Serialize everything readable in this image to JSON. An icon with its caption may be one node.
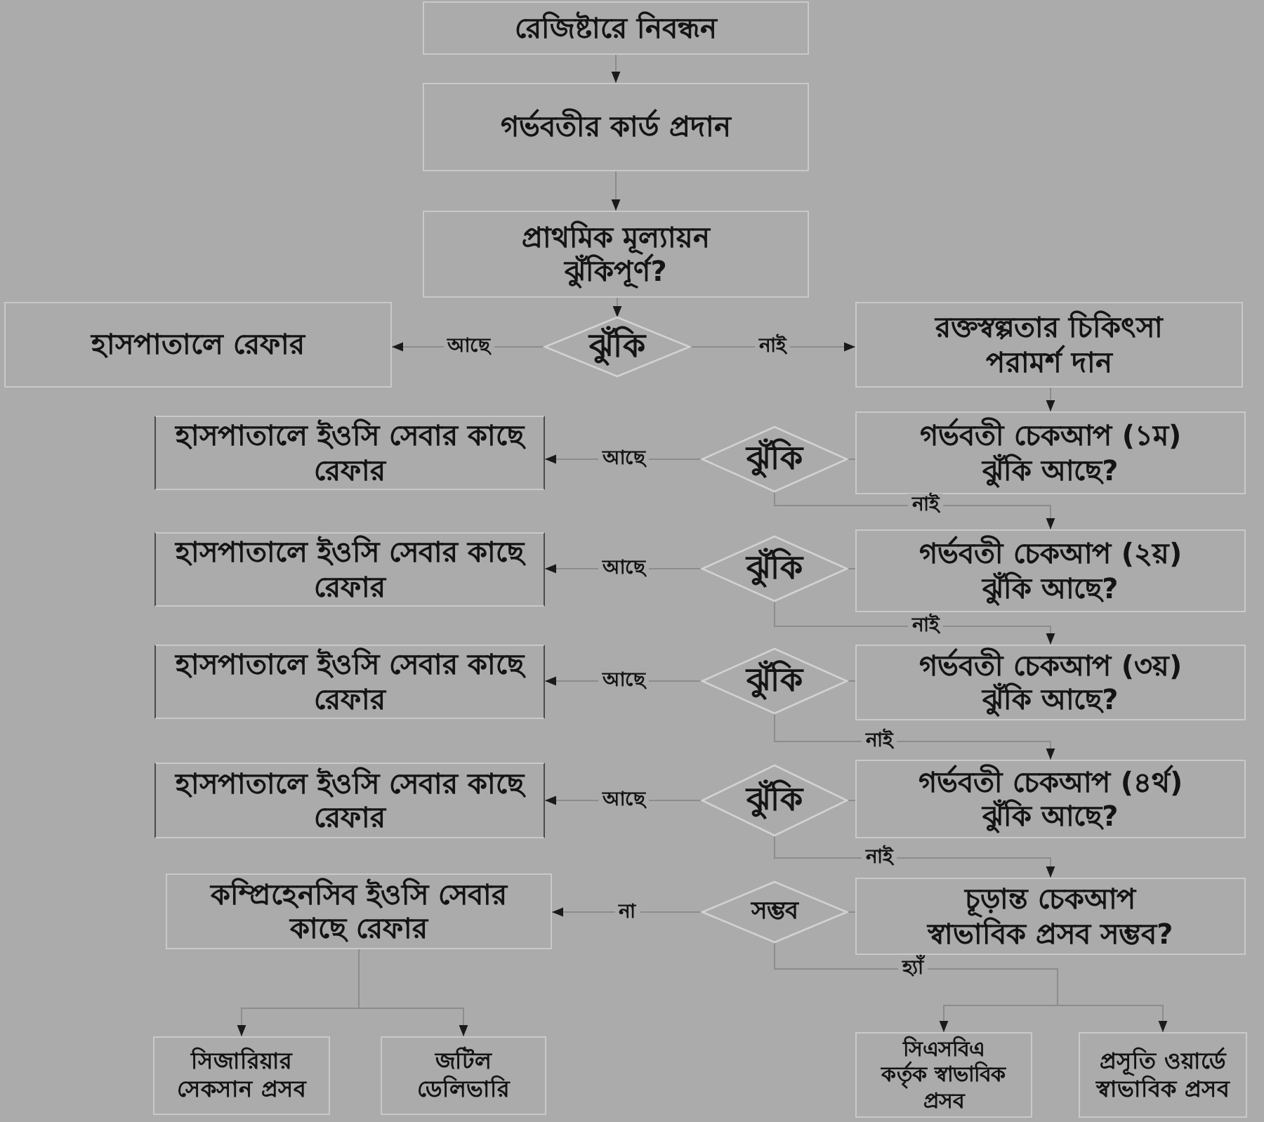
{
  "diagram": {
    "nodes": [
      {
        "text": [
          "রেজিষ্টারে নিবন্ধন"
        ]
      },
      {
        "text": [
          "গর্ভবতীর কার্ড প্রদান"
        ]
      },
      {
        "text": [
          "প্রাথমিক মূল্যায়ন ঝুঁকিপূর্ণ?"
        ]
      },
      {
        "text": [
          "হাসপাতালে রেফার"
        ]
      },
      {
        "text": [
          "ঝুঁকি"
        ]
      },
      {
        "text": [
          "রক্তস্বল্পতার চিকিৎসা পরামর্শ দান"
        ]
      },
      {
        "text": [
          "হাসপাতালে ইওসি সেবার কাছে রেফার"
        ]
      },
      {
        "text": [
          "ঝুঁকি"
        ]
      },
      {
        "text": [
          "গর্ভবতী চেকআপ (১ম) ঝুঁকি আছে?"
        ]
      },
      {
        "text": [
          "হাসপাতালে ইওসি সেবার কাছে রেফার"
        ]
      },
      {
        "text": [
          "ঝুঁকি"
        ]
      },
      {
        "text": [
          "গর্ভবতী চেকআপ (২য়) ঝুঁকি আছে?"
        ]
      },
      {
        "text": [
          "হাসপাতালে ইওসি সেবার কাছে রেফার"
        ]
      },
      {
        "text": [
          "ঝুঁকি"
        ]
      },
      {
        "text": [
          "গর্ভবতী চেকআপ (৩য়) ঝুঁকি আছে?"
        ]
      },
      {
        "text": [
          "হাসপাতালে ইওসি সেবার কাছে রেফার"
        ]
      },
      {
        "text": [
          "ঝুঁকি"
        ]
      },
      {
        "text": [
          "গর্ভবতী চেকআপ (৪র্থ) ঝুঁকি আছে?"
        ]
      },
      {
        "text": [
          "কম্প্রিহেনসিব ইওসি সেবার কাছে রেফার"
        ]
      },
      {
        "text": [
          "সম্ভব"
        ]
      },
      {
        "text": [
          "চূড়ান্ত চেকআপ স্বাভাবিক প্রসব সম্ভব?"
        ]
      },
      {
        "text": [
          "সিজারিয়ার সেকসান প্রসব"
        ]
      },
      {
        "text": [
          "জটিল ডেলিভারি"
        ]
      },
      {
        "text": [
          "সিএসবিএ কর্তৃক স্বাভাবিক প্রসব"
        ]
      },
      {
        "text": [
          "প্রসূতি ওয়ার্ডে স্বাভাবিক প্রসব"
        ]
      }
    ],
    "edges": [
      {
        "from": 0,
        "to": 1,
        "arrow": "to"
      },
      {
        "from": 1,
        "to": 2,
        "arrow": "to"
      },
      {
        "from": 2,
        "to": 4,
        "arrow": "to"
      },
      {
        "from": 4,
        "to": 3,
        "arrow": "to",
        "label": "আছে"
      },
      {
        "from": 4,
        "to": 5,
        "arrow": "to",
        "label": "নাই"
      },
      {
        "from": 5,
        "to": 8,
        "arrow": "to"
      },
      {
        "from": 8,
        "to": 7,
        "arrow": "none"
      },
      {
        "from": 7,
        "to": 6,
        "arrow": "to",
        "label": "আছে"
      },
      {
        "from": 7,
        "to": 11,
        "arrow": "to",
        "label": "নাই"
      },
      {
        "from": 11,
        "to": 10,
        "arrow": "none"
      },
      {
        "from": 10,
        "to": 9,
        "arrow": "to",
        "label": "আছে"
      },
      {
        "from": 10,
        "to": 14,
        "arrow": "to",
        "label": "নাই"
      },
      {
        "from": 14,
        "to": 13,
        "arrow": "none"
      },
      {
        "from": 13,
        "to": 12,
        "arrow": "to",
        "label": "আছে"
      },
      {
        "from": 13,
        "to": 17,
        "arrow": "to",
        "label": "নাই"
      },
      {
        "from": 17,
        "to": 16,
        "arrow": "none"
      },
      {
        "from": 16,
        "to": 15,
        "arrow": "to",
        "label": "আছে"
      },
      {
        "from": 16,
        "to": 20,
        "arrow": "to",
        "label": "নাই"
      },
      {
        "from": 20,
        "to": 19,
        "arrow": "none"
      },
      {
        "from": 19,
        "to": 18,
        "arrow": "to",
        "label": "না"
      },
      {
        "from": 19,
        "to": 23,
        "arrow": "to",
        "label": "হ্যাঁ"
      },
      {
        "from": 19,
        "to": 24,
        "arrow": "to"
      },
      {
        "from": 18,
        "to": 21,
        "arrow": "to"
      },
      {
        "from": 18,
        "to": 22,
        "arrow": "to"
      }
    ]
  }
}
